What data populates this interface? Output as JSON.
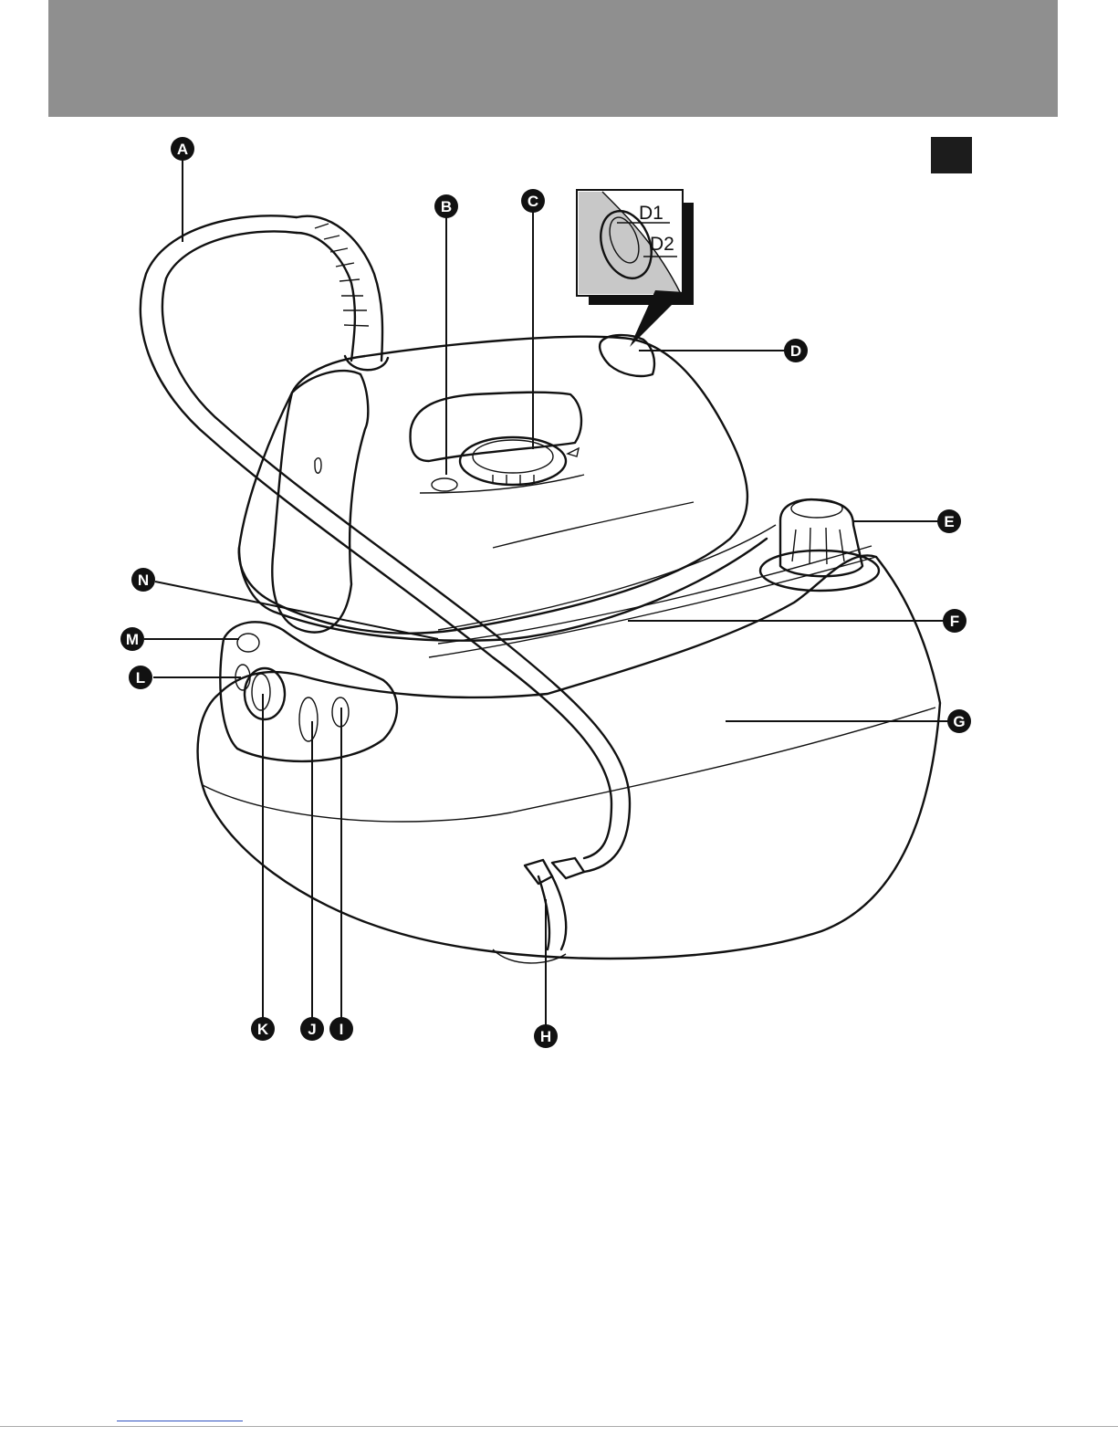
{
  "callouts": [
    {
      "id": "A",
      "letter": "A"
    },
    {
      "id": "B",
      "letter": "B"
    },
    {
      "id": "C",
      "letter": "C"
    },
    {
      "id": "D",
      "letter": "D"
    },
    {
      "id": "E",
      "letter": "E"
    },
    {
      "id": "F",
      "letter": "F"
    },
    {
      "id": "G",
      "letter": "G"
    },
    {
      "id": "H",
      "letter": "H"
    },
    {
      "id": "I",
      "letter": "I"
    },
    {
      "id": "J",
      "letter": "J"
    },
    {
      "id": "K",
      "letter": "K"
    },
    {
      "id": "L",
      "letter": "L"
    },
    {
      "id": "M",
      "letter": "M"
    },
    {
      "id": "N",
      "letter": "N"
    }
  ],
  "inset": {
    "d1_label": "D1",
    "d2_label": "D2"
  },
  "colors": {
    "header": "#8f8f8f",
    "ink": "#111111",
    "inset_fill": "#c8c8c8"
  }
}
